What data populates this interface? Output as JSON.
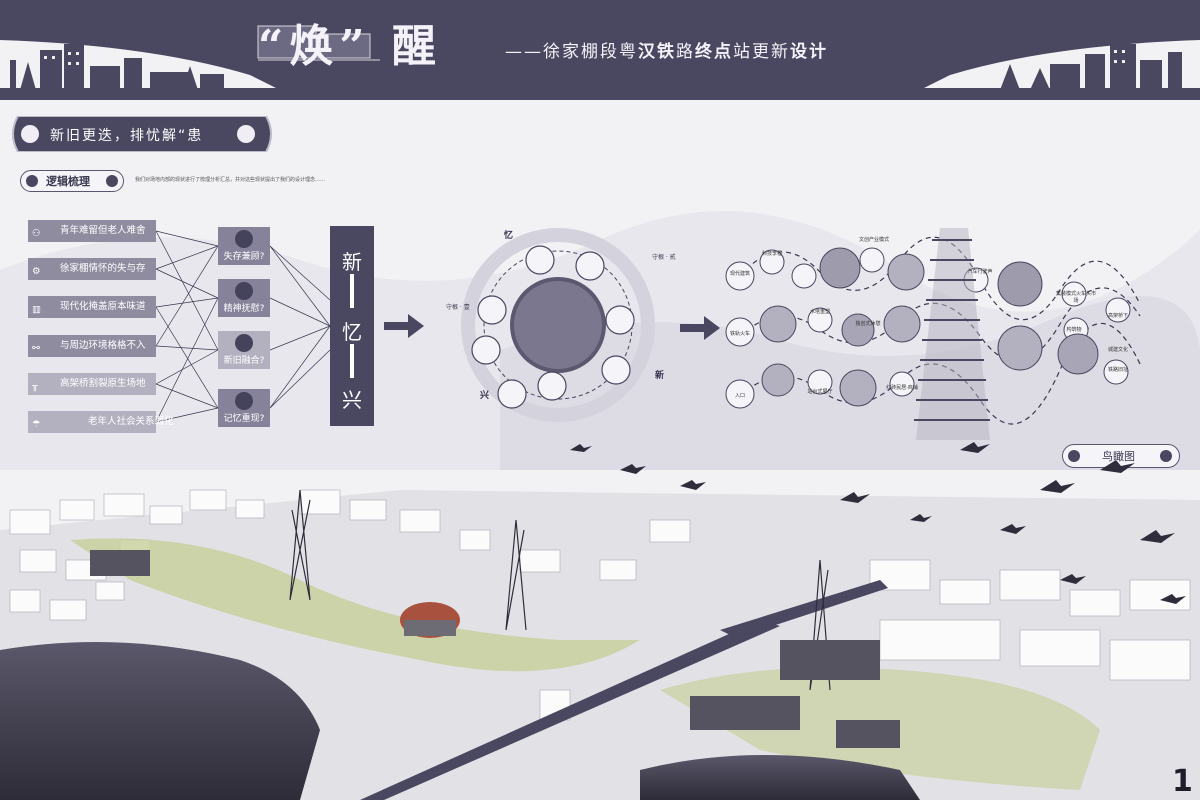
{
  "header": {
    "title_main": "“焕” 醒",
    "title_sub_prefix": "——徐家棚段粤",
    "title_sub_bold1": "汉铁",
    "title_sub_mid": "路",
    "title_sub_bold2": "终点",
    "title_sub_mid2": "站更新",
    "title_sub_bold3": "设计"
  },
  "section": {
    "title": "新旧更迭，排忧解“患"
  },
  "logic": {
    "label": "逻辑梳理",
    "intro": "我们对场地内部的现状进行了梳理分析汇总，并对这些现状提出了我们的设计理念……"
  },
  "issues": [
    "青年难留但老人难舍",
    "徐家棚情怀的失与存",
    "现代化掩盖原本味道",
    "与周边环境格格不入",
    "高架桥割裂原生场地",
    "老年人社会关系弱化"
  ],
  "questions": [
    "失存兼顾?",
    "精神抚慰?",
    "新旧融合?",
    "记忆重现?"
  ],
  "vertical": {
    "top": "新",
    "mid": "忆",
    "bottom": "兴"
  },
  "diagram": {
    "label_yi": "忆",
    "label_xing": "兴",
    "label_xin": "新",
    "left_tag": "守根 · 壹",
    "right_tag": "守根 · 贰"
  },
  "network_nodes": [
    "现代建筑",
    "科技李程",
    "文创产业模式",
    "汽车行驶声",
    "铁轨火车",
    "水塔重塑",
    "独创式休憩",
    "集装模式火车头市场",
    "高架桥下",
    "入口",
    "站台式展厅",
    "红砖民居·商铺",
    "构筑物",
    "城建文化",
    "铁路旧址"
  ],
  "birdseye": {
    "label": "鸟瞰图"
  },
  "page_number": "1",
  "colors": {
    "dark": "#4a4760",
    "mid": "#8f8ca0",
    "light": "#f2f2f4"
  },
  "icons": [
    "flower-ornament-icon",
    "arrow-right-icon",
    "bird-icon",
    "railway-track-icon",
    "power-tower-icon"
  ]
}
